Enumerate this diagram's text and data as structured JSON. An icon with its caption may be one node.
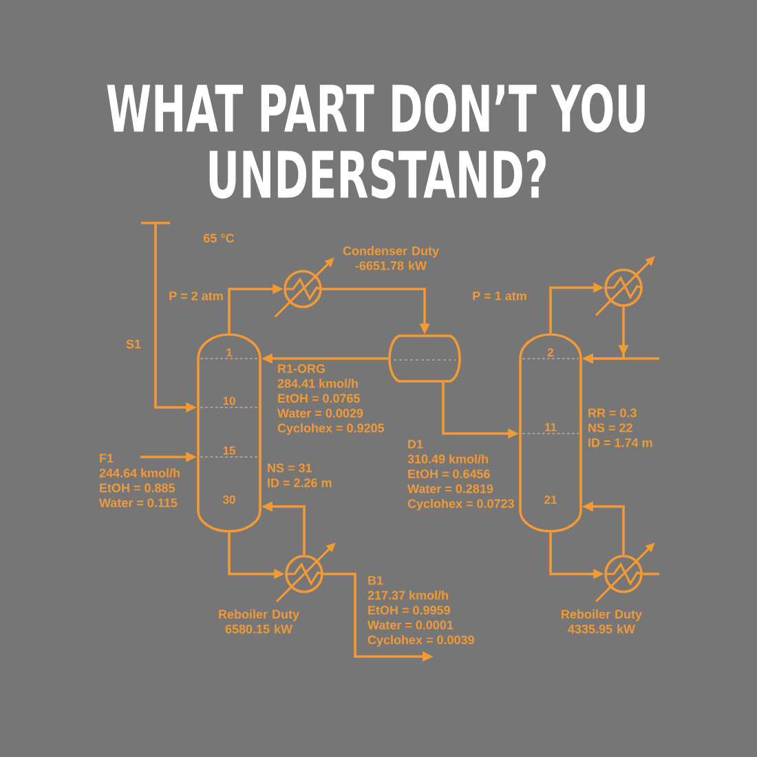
{
  "diagram": {
    "title": "WHAT PART DON’T YOU UNDERSTAND?",
    "nodes": [
      {
        "text": [
          "1",
          "10",
          "15",
          "30"
        ],
        "beside": [
          "NS = 31 ID = 2.26 m"
        ]
      },
      {
        "text": [],
        "shape": "circle",
        "beside": [
          "Condenser Duty -6651.78 kW"
        ]
      },
      {
        "text": [],
        "shape": "cylinder"
      },
      {
        "text": [
          "2",
          "11",
          "21"
        ],
        "beside": [
          "RR = 0.3 NS = 22 ID = 1.74 m"
        ]
      },
      {
        "text": [],
        "shape": "circle"
      },
      {
        "text": [],
        "shape": "circle",
        "beside": [
          "Reboiler Duty 6580.15 kW"
        ]
      },
      {
        "text": [],
        "shape": "circle",
        "beside": [
          "Reboiler Duty 4335.95 kW"
        ]
      }
    ],
    "edges": [
      {
        "from": null,
        "to": 0,
        "arrow": "to",
        "label": "S1"
      },
      {
        "from": null,
        "to": 0,
        "arrow": "to",
        "label": "F1 244.64 kmol/h EtOH = 0.885 Water = 0.115"
      },
      {
        "from": 0,
        "to": 1,
        "arrow": "to"
      },
      {
        "from": 1,
        "to": 2,
        "arrow": "to"
      },
      {
        "from": 2,
        "to": 0,
        "arrow": "to",
        "label": "R1-ORG 284.41 kmol/h EtOH = 0.0765 Water = 0.0029 Cyclohex = 0.9205"
      },
      {
        "from": 2,
        "to": 3,
        "arrow": "to",
        "label": "D1 310.49 kmol/h EtOH = 0.6456 Water = 0.2819 Cyclohex = 0.0723"
      },
      {
        "from": 3,
        "to": 4,
        "arrow": "to"
      },
      {
        "from": 4,
        "to": 3,
        "arrow": "to"
      },
      {
        "from": null,
        "to": 3,
        "arrow": "to"
      },
      {
        "from": 0,
        "to": 5,
        "arrow": "to"
      },
      {
        "from": 5,
        "to": 0,
        "arrow": "to"
      },
      {
        "from": 5,
        "to": null,
        "arrow": "to",
        "label": "B1 217.37 kmol/h EtOH = 0.9959 Water = 0.0001 Cyclohex = 0.0039"
      },
      {
        "from": 3,
        "to": 6,
        "arrow": "to"
      },
      {
        "from": 6,
        "to": 3,
        "arrow": "to"
      },
      {
        "from": 6,
        "to": null,
        "arrow": "none"
      }
    ],
    "labels": [
      "65 °C",
      "P = 2 atm",
      "P = 1 atm"
    ]
  }
}
